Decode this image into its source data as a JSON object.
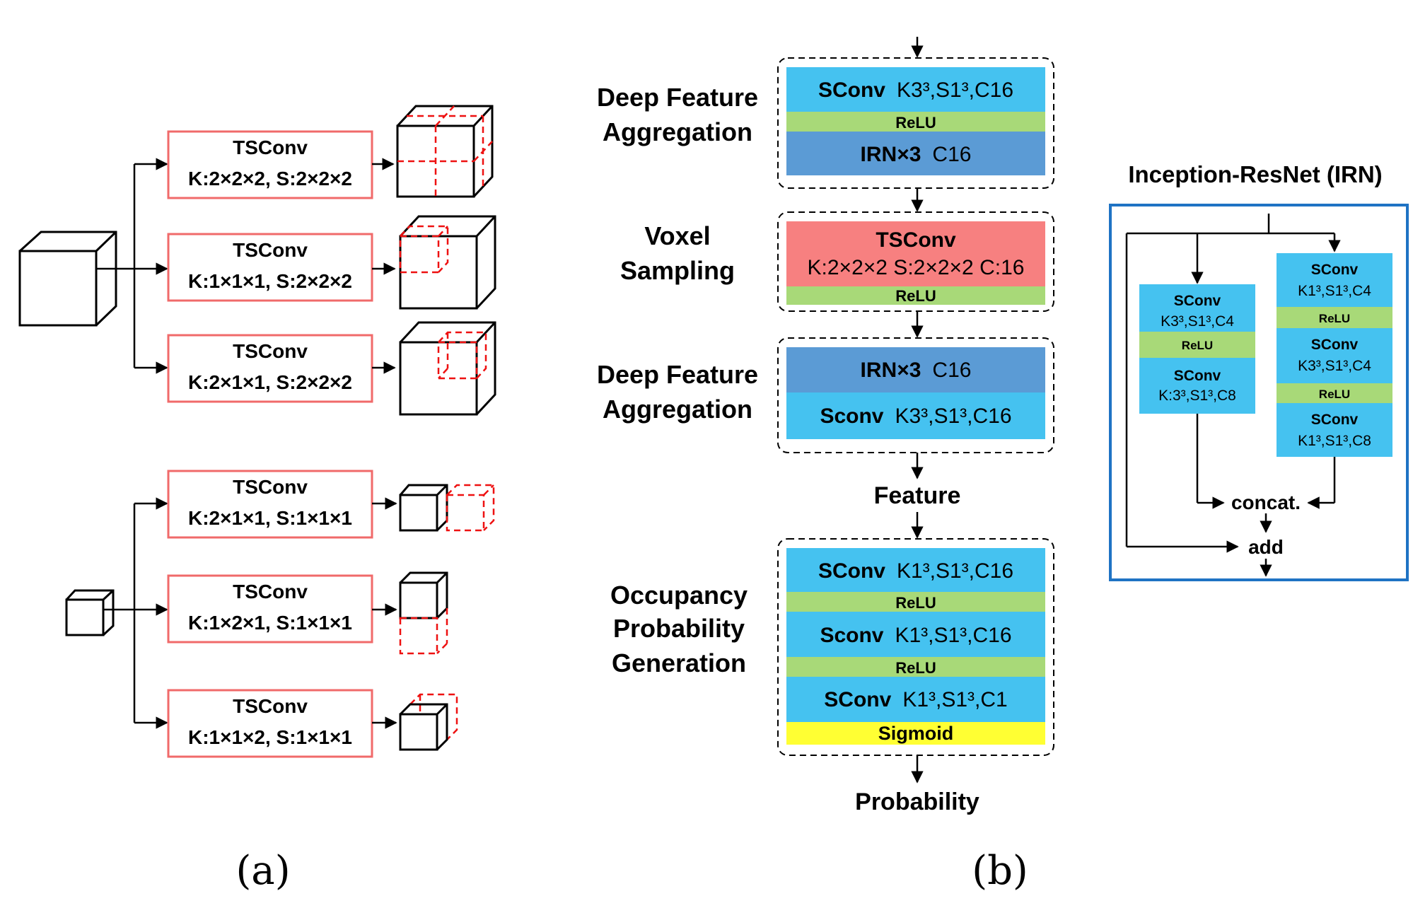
{
  "panel_a": {
    "rows": [
      {
        "title": "TSConv",
        "params": "K:2×2×2, S:2×2×2"
      },
      {
        "title": "TSConv",
        "params": "K:1×1×1, S:2×2×2"
      },
      {
        "title": "TSConv",
        "params": "K:2×1×1, S:2×2×2"
      },
      {
        "title": "TSConv",
        "params": "K:2×1×1, S:1×1×1"
      },
      {
        "title": "TSConv",
        "params": "K:1×2×1, S:1×1×1"
      },
      {
        "title": "TSConv",
        "params": "K:1×1×2, S:1×1×1"
      }
    ],
    "caption": "(a)"
  },
  "panel_b": {
    "stages": [
      {
        "label": [
          "Deep Feature",
          "Aggregation"
        ],
        "layers": [
          {
            "type": "SConv",
            "params": "K3³,S1³,C16",
            "color": "#45c2f0"
          },
          {
            "type": "ReLU",
            "params": "",
            "color": "#a8d978"
          },
          {
            "type": "IRN×3",
            "params": "C16",
            "color": "#5b9bd5"
          }
        ]
      },
      {
        "label": [
          "Voxel",
          "Sampling"
        ],
        "layers": [
          {
            "type": "TSConv",
            "params": "K:2×2×2 S:2×2×2 C:16",
            "color": "#f78080"
          },
          {
            "type": "ReLU",
            "params": "",
            "color": "#a8d978"
          }
        ]
      },
      {
        "label": [
          "Deep Feature",
          "Aggregation"
        ],
        "layers": [
          {
            "type": "IRN×3",
            "params": "C16",
            "color": "#5b9bd5"
          },
          {
            "type": "Sconv",
            "params": "K3³,S1³,C16",
            "color": "#45c2f0"
          }
        ]
      },
      {
        "label": [
          "Occupancy",
          "Probability",
          "Generation"
        ],
        "layers": [
          {
            "type": "SConv",
            "params": "K1³,S1³,C16",
            "color": "#45c2f0"
          },
          {
            "type": "ReLU",
            "params": "",
            "color": "#a8d978"
          },
          {
            "type": "Sconv",
            "params": "K1³,S1³,C16",
            "color": "#45c2f0"
          },
          {
            "type": "ReLU",
            "params": "",
            "color": "#a8d978"
          },
          {
            "type": "SConv",
            "params": "K1³,S1³,C1",
            "color": "#45c2f0"
          },
          {
            "type": "Sigmoid",
            "params": "",
            "color": "#ffff33"
          }
        ]
      }
    ],
    "feature_label": "Feature",
    "probability_label": "Probability",
    "caption": "(b)"
  },
  "irn": {
    "title": "Inception-ResNet (IRN)",
    "left_branch": [
      {
        "title": "SConv",
        "params": "K3³,S1³,C4"
      },
      {
        "title": "ReLU",
        "params": ""
      },
      {
        "title": "SConv",
        "params": "K:3³,S1³,C8"
      }
    ],
    "right_branch": [
      {
        "title": "SConv",
        "params": "K1³,S1³,C4"
      },
      {
        "title": "ReLU",
        "params": ""
      },
      {
        "title": "SConv",
        "params": "K3³,S1³,C4"
      },
      {
        "title": "ReLU",
        "params": ""
      },
      {
        "title": "SConv",
        "params": "K1³,S1³,C8"
      }
    ],
    "concat_label": "concat.",
    "add_label": "add",
    "border_color": "#1f73c4"
  },
  "colors": {
    "tsconv_border": "#f06a6a",
    "dashed_red": "#ee1111",
    "sconv": "#45c2f0",
    "relu": "#a8d978",
    "irn": "#5b9bd5",
    "tsconv_fill": "#f78080",
    "sigmoid": "#ffff33"
  }
}
